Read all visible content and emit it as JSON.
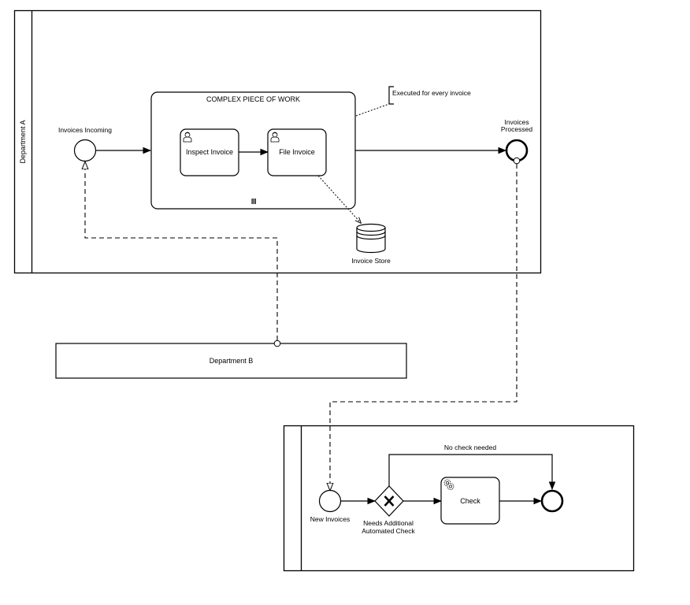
{
  "pools": {
    "department_a": {
      "label": "Department A"
    },
    "department_b": {
      "label": "Department B"
    },
    "bottom_pool": {
      "label": ""
    }
  },
  "events": {
    "invoices_incoming": {
      "label": "Invoices Incoming"
    },
    "invoices_processed": {
      "label_line1": "Invoices",
      "label_line2": "Processed"
    },
    "new_invoices": {
      "label": "New Invoices"
    },
    "bottom_end": {
      "label": ""
    }
  },
  "subprocess": {
    "title": "COMPLEX PIECE OF WORK",
    "marker": "multi-instance-parallel",
    "annotation": "Executed for every invoice"
  },
  "tasks": {
    "inspect_invoice": {
      "label": "Inspect Invoice",
      "type": "user-task"
    },
    "file_invoice": {
      "label": "File Invoice",
      "type": "user-task"
    },
    "check": {
      "label": "Check",
      "type": "service-task"
    }
  },
  "data_store": {
    "label": "Invoice Store"
  },
  "gateway": {
    "label_line1": "Needs Additional",
    "label_line2": "Automated Check",
    "type": "exclusive"
  },
  "flows": {
    "no_check_needed": {
      "label": "No check needed"
    }
  }
}
